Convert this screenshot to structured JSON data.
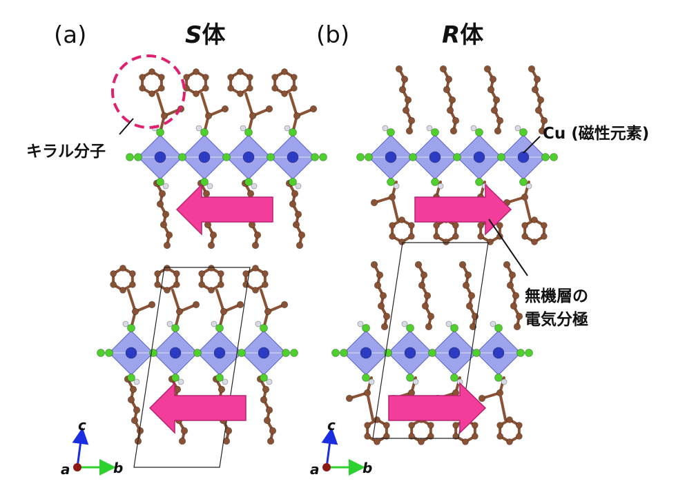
{
  "panel_a": {
    "letter": "(a)",
    "title_italic": "S",
    "title_rest": "体",
    "title_color": "#3f4fd9",
    "chiral_label": "キラル分子",
    "axes": {
      "c": "c",
      "a": "a",
      "b": "b"
    }
  },
  "panel_b": {
    "letter": "(b)",
    "title_italic": "R",
    "title_rest": "体",
    "title_color": "#e8141e",
    "cu_label": "Cu (磁性元素)",
    "polar_label_line1": "無機層の",
    "polar_label_line2": "電気分極",
    "axes": {
      "c": "c",
      "a": "a",
      "b": "b"
    }
  },
  "colors": {
    "octahedron": "#7d86e6",
    "metal": "#2d3bc2",
    "halogen": "#4ed12c",
    "hydrogen": "#d9dce6",
    "organic": "#8a5234",
    "arrow": "#f23e9a",
    "circle": "#e0206e",
    "axis_c": "#1a2de0",
    "axis_b": "#2dd12d",
    "axis_a": "#8c1a12"
  }
}
